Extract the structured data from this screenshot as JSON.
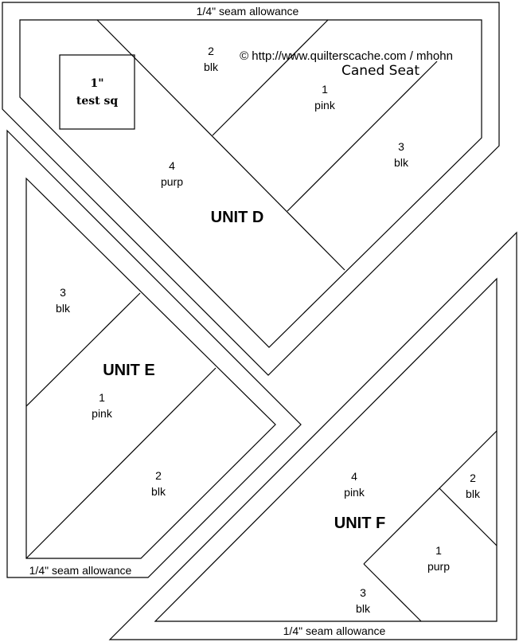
{
  "header": {
    "credit": "© http://www.quilterscache.com / mhohn",
    "pattern_name": "Caned Seat"
  },
  "test_square": {
    "line1": "1\"",
    "line2": "test sq"
  },
  "seam_labels": {
    "top": "1/4\" seam allowance",
    "left_bottom": "1/4\" seam allowance",
    "bottom": "1/4\" seam allowance"
  },
  "units": {
    "d": {
      "title": "UNIT D",
      "pieces": [
        {
          "num": "2",
          "color": "blk"
        },
        {
          "num": "1",
          "color": "pink"
        },
        {
          "num": "3",
          "color": "blk"
        },
        {
          "num": "4",
          "color": "purp"
        }
      ]
    },
    "e": {
      "title": "UNIT E",
      "pieces": [
        {
          "num": "3",
          "color": "blk"
        },
        {
          "num": "1",
          "color": "pink"
        },
        {
          "num": "2",
          "color": "blk"
        }
      ]
    },
    "f": {
      "title": "UNIT F",
      "pieces": [
        {
          "num": "4",
          "color": "pink"
        },
        {
          "num": "2",
          "color": "blk"
        },
        {
          "num": "1",
          "color": "purp"
        },
        {
          "num": "3",
          "color": "blk"
        }
      ]
    }
  }
}
